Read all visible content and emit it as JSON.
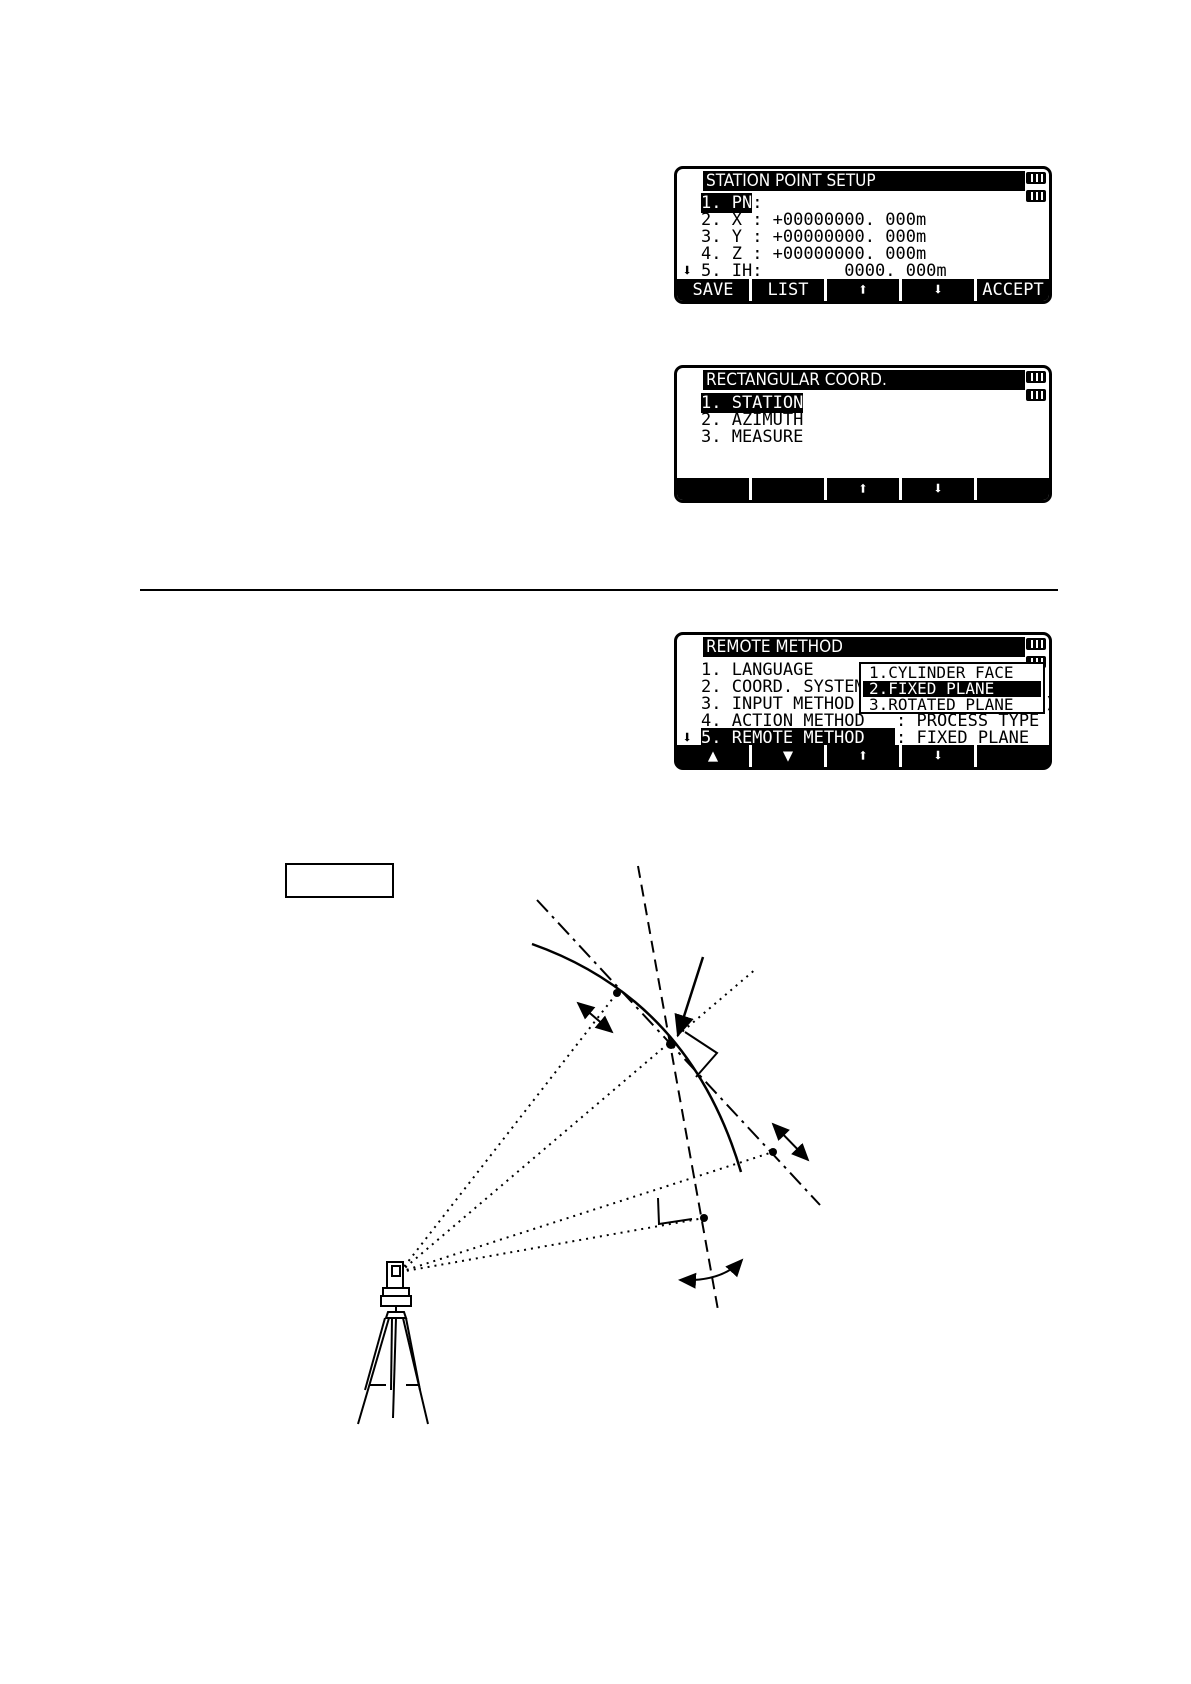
{
  "screen1": {
    "title": "STATION POINT SETUP",
    "rows": [
      {
        "label": "1. PN",
        "value": ":"
      },
      {
        "label": "2. X",
        "value": " : +00000000. 000m"
      },
      {
        "label": "3. Y",
        "value": " : +00000000. 000m"
      },
      {
        "label": "4. Z",
        "value": " : +00000000. 000m"
      },
      {
        "label": "5. IH",
        "value": ":        0000. 000m"
      }
    ],
    "softkeys": [
      "SAVE",
      "LIST",
      "⬆",
      "⬇",
      "ACCEPT"
    ]
  },
  "screen2": {
    "title": "RECTANGULAR COORD.",
    "items": [
      "1. STATION",
      "2. AZIMUTH",
      "3. MEASURE"
    ],
    "softkeys": [
      "",
      "",
      "⬆",
      "⬇",
      ""
    ]
  },
  "screen3": {
    "title": "REMOTE METHOD",
    "rows": [
      {
        "label": "1. LANGUAGE",
        "value": ""
      },
      {
        "label": "2. COORD. SYSTEM",
        "value": ""
      },
      {
        "label": "3. INPUT METHOD",
        "value": ""
      },
      {
        "label": "4. ACTION METHOD",
        "value": ": PROCESS TYPE"
      },
      {
        "label": "5. REMOTE METHOD",
        "value": ": FIXED PLANE"
      }
    ],
    "popup": [
      "1.CYLINDER FACE",
      "2.FIXED PLANE",
      "3.ROTATED PLANE"
    ],
    "popup_selected": 1,
    "softkeys": [
      "▲",
      "▼",
      "⬆",
      "⬇",
      ""
    ]
  },
  "icons": {
    "down_indicator": "down-arrow-icon",
    "battery": "battery-icon"
  }
}
